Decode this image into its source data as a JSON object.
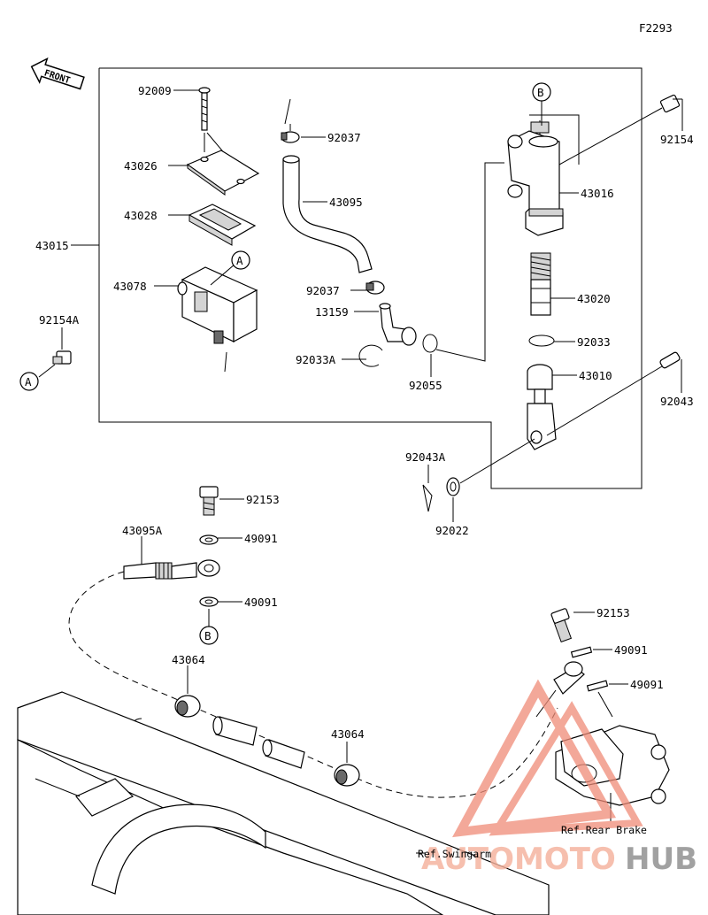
{
  "figure_code": "F2293",
  "front_label": "FRONT",
  "parts": {
    "p92009": "92009",
    "p43026": "43026",
    "p43028": "43028",
    "p43015": "43015",
    "p43078": "43078",
    "p92154A": "92154A",
    "p92037a": "92037",
    "p43095": "43095",
    "p92037b": "92037",
    "p13159": "13159",
    "p92033A": "92033A",
    "p92055": "92055",
    "p92154": "92154",
    "p43016": "43016",
    "p43020": "43020",
    "p92033": "92033",
    "p43010": "43010",
    "p92043": "92043",
    "p92043A": "92043A",
    "p92022": "92022",
    "p92153a": "92153",
    "p43095A": "43095A",
    "p49091a": "49091",
    "p49091b": "49091",
    "p43064a": "43064",
    "p43064b": "43064",
    "p92153b": "92153",
    "p49091c": "49091",
    "p49091d": "49091"
  },
  "callouts": {
    "A1": "A",
    "A2": "A",
    "B1": "B",
    "B2": "B"
  },
  "refs": {
    "rear_brake": "Ref.Rear Brake",
    "swingarm": "Ref.Swingarm"
  },
  "watermark": {
    "part1": "AUTOMOTO",
    "part2": "HUB",
    "color_red": "#f08c78",
    "color_grey": "#8a8a8a"
  }
}
